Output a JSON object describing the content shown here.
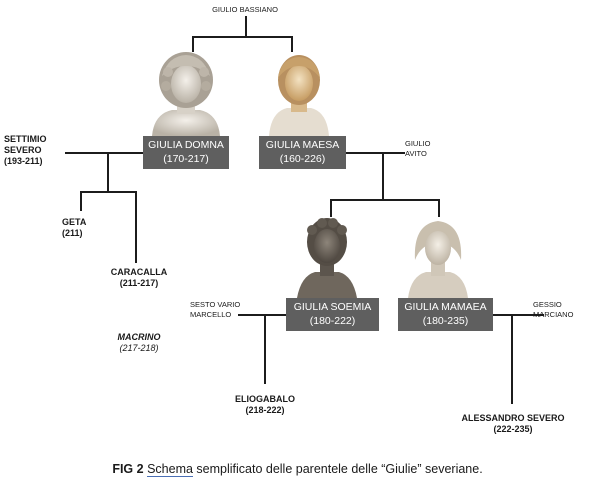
{
  "people": {
    "giulio_bassiano": {
      "name": "GIULIO BASSIANO"
    },
    "settimio_severo": {
      "name_line1": "SETTIMIO",
      "name_line2": "SEVERO",
      "dates": "(193-211)"
    },
    "giulia_domna": {
      "name": "GIULIA DOMNA",
      "dates": "(170-217)"
    },
    "giulia_maesa": {
      "name": "GIULIA MAESA",
      "dates": "(160-226)"
    },
    "giulio_avito": {
      "name_line1": "GIULIO",
      "name_line2": "AVITO"
    },
    "geta": {
      "name": "GETA",
      "dates": "(211)"
    },
    "caracalla": {
      "name": "CARACALLA",
      "dates": "(211-217)"
    },
    "macrino": {
      "name": "MACRINO",
      "dates": "(217-218)"
    },
    "sesto_vario_marcello": {
      "name_line1": "SESTO VARIO",
      "name_line2": "MARCELLO"
    },
    "giulia_soemia": {
      "name": "GIULIA SOEMIA",
      "dates": "(180-222)"
    },
    "giulia_mamaea": {
      "name": "GIULIA MAMAEA",
      "dates": "(180-235)"
    },
    "gessio_marciano": {
      "name_line1": "GESSIO",
      "name_line2": "MARCIANO"
    },
    "eliogabalo": {
      "name": "ELIOGABALO",
      "dates": "(218-222)"
    },
    "alessandro_severo": {
      "name": "ALESSANDRO SEVERO",
      "dates": "(222-235)"
    }
  },
  "caption": {
    "fig_label": "FIG 2",
    "underlined": "Schema",
    "rest": " semplificato delle parentele delle “Giulie” severiane."
  },
  "colors": {
    "name_box": "#5f5f5f",
    "lines": "#1c1c1c",
    "marble_light": "#e8e2d8",
    "marble_warm": "#d9b98a",
    "bronze": "#6b6258"
  },
  "icons": [
    "portrait-bust-domna",
    "portrait-bust-maesa",
    "portrait-bust-soemia",
    "portrait-bust-mamaea"
  ]
}
